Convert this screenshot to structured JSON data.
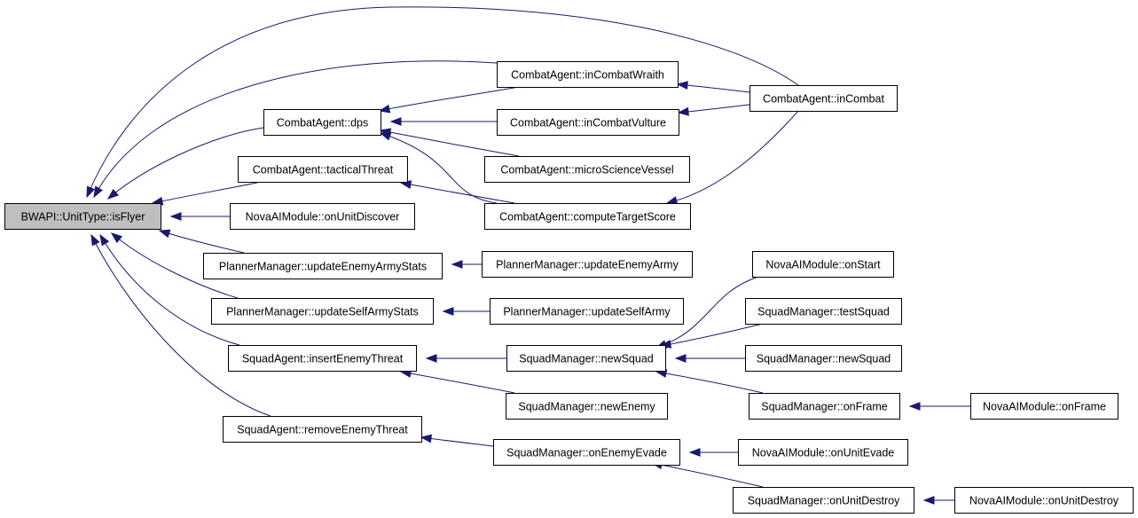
{
  "graph": {
    "colors": {
      "edge": "#191970",
      "root_fill": "#bfbfbf",
      "node_fill": "#ffffff"
    },
    "nodes": [
      {
        "id": "n0",
        "label": "BWAPI::UnitType::isFlyer"
      },
      {
        "id": "n1",
        "label": "CombatAgent::dps"
      },
      {
        "id": "n2",
        "label": "CombatAgent::tacticalThreat"
      },
      {
        "id": "n3",
        "label": "NovaAIModule::onUnitDiscover"
      },
      {
        "id": "n4",
        "label": "PlannerManager::updateEnemyArmyStats"
      },
      {
        "id": "n5",
        "label": "PlannerManager::updateSelfArmyStats"
      },
      {
        "id": "n6",
        "label": "SquadAgent::insertEnemyThreat"
      },
      {
        "id": "n7",
        "label": "SquadAgent::removeEnemyThreat"
      },
      {
        "id": "n8",
        "label": "CombatAgent::inCombatWraith"
      },
      {
        "id": "n9",
        "label": "CombatAgent::inCombatVulture"
      },
      {
        "id": "n10",
        "label": "CombatAgent::microScienceVessel"
      },
      {
        "id": "n11",
        "label": "CombatAgent::computeTargetScore"
      },
      {
        "id": "n12",
        "label": "PlannerManager::updateEnemyArmy"
      },
      {
        "id": "n13",
        "label": "PlannerManager::updateSelfArmy"
      },
      {
        "id": "n14",
        "label": "SquadManager::newSquad"
      },
      {
        "id": "n15",
        "label": "SquadManager::newEnemy"
      },
      {
        "id": "n16",
        "label": "SquadManager::onEnemyEvade"
      },
      {
        "id": "n17",
        "label": "CombatAgent::inCombat"
      },
      {
        "id": "n18",
        "label": "NovaAIModule::onStart"
      },
      {
        "id": "n19",
        "label": "SquadManager::testSquad"
      },
      {
        "id": "n20",
        "label": "SquadManager::newSquad"
      },
      {
        "id": "n21",
        "label": "SquadManager::onFrame"
      },
      {
        "id": "n22",
        "label": "NovaAIModule::onUnitEvade"
      },
      {
        "id": "n23",
        "label": "SquadManager::onUnitDestroy"
      },
      {
        "id": "n24",
        "label": "NovaAIModule::onFrame"
      },
      {
        "id": "n25",
        "label": "NovaAIModule::onUnitDestroy"
      }
    ],
    "edges": [
      {
        "from": "n1",
        "to": "n0"
      },
      {
        "from": "n2",
        "to": "n0"
      },
      {
        "from": "n3",
        "to": "n0"
      },
      {
        "from": "n4",
        "to": "n0"
      },
      {
        "from": "n5",
        "to": "n0"
      },
      {
        "from": "n6",
        "to": "n0"
      },
      {
        "from": "n7",
        "to": "n0"
      },
      {
        "from": "n8",
        "to": "n0"
      },
      {
        "from": "n17",
        "to": "n0"
      },
      {
        "from": "n8",
        "to": "n1"
      },
      {
        "from": "n9",
        "to": "n1"
      },
      {
        "from": "n10",
        "to": "n1"
      },
      {
        "from": "n11",
        "to": "n1"
      },
      {
        "from": "n11",
        "to": "n2"
      },
      {
        "from": "n12",
        "to": "n4"
      },
      {
        "from": "n13",
        "to": "n5"
      },
      {
        "from": "n14",
        "to": "n6"
      },
      {
        "from": "n15",
        "to": "n6"
      },
      {
        "from": "n16",
        "to": "n7"
      },
      {
        "from": "n17",
        "to": "n8"
      },
      {
        "from": "n17",
        "to": "n9"
      },
      {
        "from": "n17",
        "to": "n11"
      },
      {
        "from": "n18",
        "to": "n14"
      },
      {
        "from": "n19",
        "to": "n14"
      },
      {
        "from": "n20",
        "to": "n14"
      },
      {
        "from": "n21",
        "to": "n14"
      },
      {
        "from": "n22",
        "to": "n16"
      },
      {
        "from": "n23",
        "to": "n16"
      },
      {
        "from": "n24",
        "to": "n21"
      },
      {
        "from": "n25",
        "to": "n23"
      }
    ]
  }
}
